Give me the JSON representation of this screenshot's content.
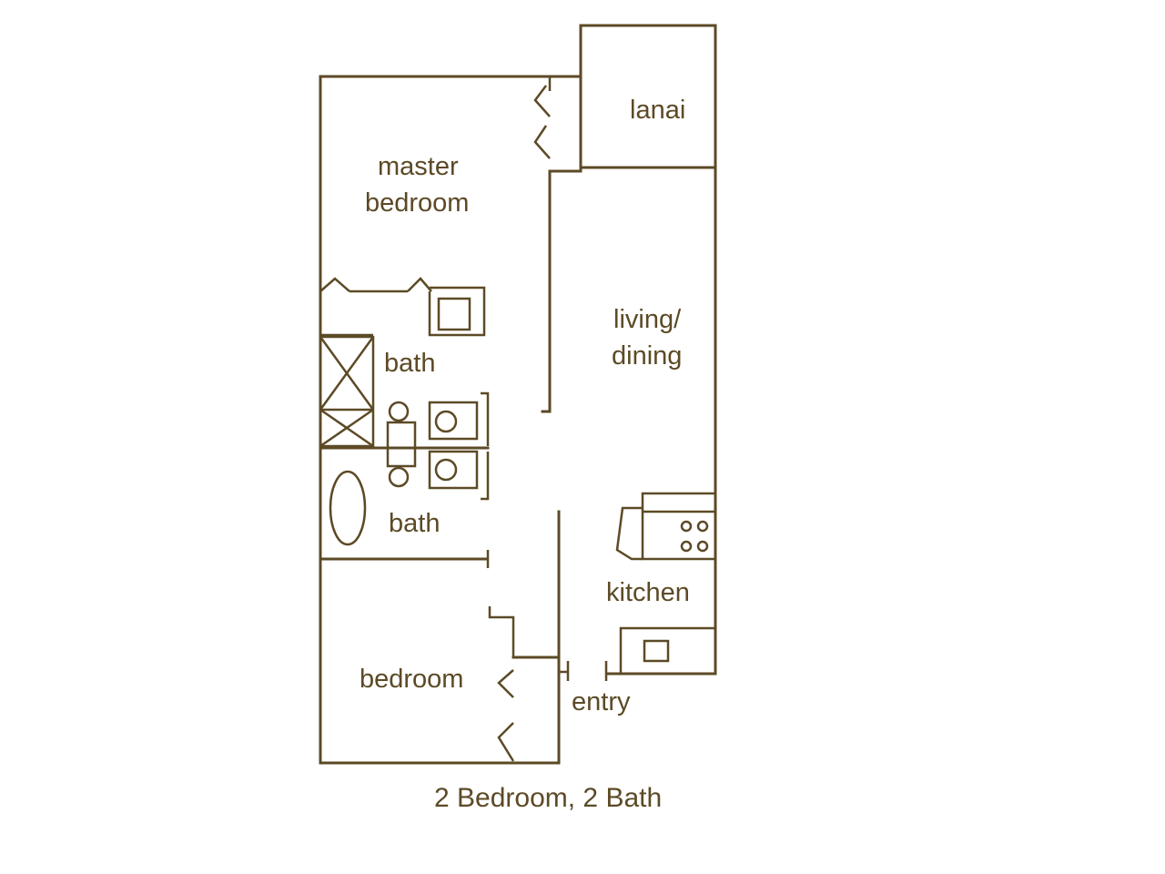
{
  "floor_plan": {
    "caption": "2 Bedroom, 2 Bath",
    "rooms": {
      "lanai": "lanai",
      "master_bedroom_line1": "master",
      "master_bedroom_line2": "bedroom",
      "living_dining_line1": "living/",
      "living_dining_line2": "dining",
      "master_bath": "bath",
      "second_bath": "bath",
      "kitchen": "kitchen",
      "bedroom": "bedroom",
      "entry": "entry"
    },
    "colors": {
      "line": "#5c4a26",
      "background": "#ffffff"
    }
  }
}
